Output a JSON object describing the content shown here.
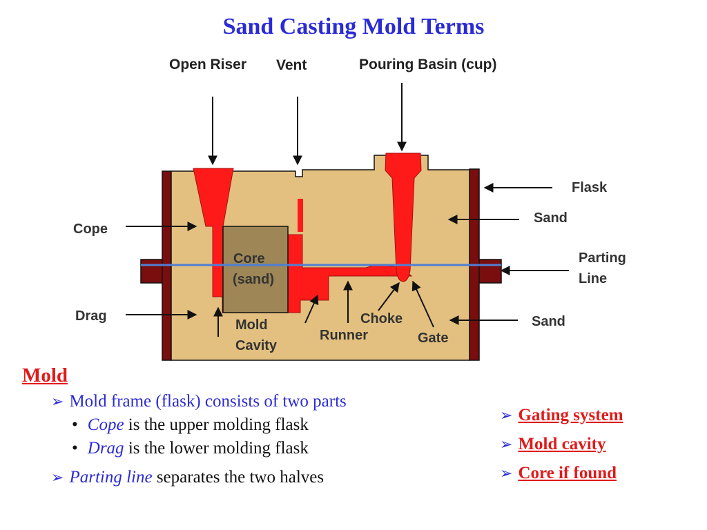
{
  "title": "Sand Casting Mold Terms",
  "diagram": {
    "labels": {
      "open_riser": "Open Riser",
      "vent": "Vent",
      "pouring_basin": "Pouring Basin (cup)",
      "flask": "Flask",
      "sand_upper": "Sand",
      "cope": "Cope",
      "parting_line_1": "Parting",
      "parting_line_2": "Line",
      "core_1": "Core",
      "core_2": "(sand)",
      "drag": "Drag",
      "mold_cavity_1": "Mold",
      "mold_cavity_2": "Cavity",
      "runner": "Runner",
      "choke": "Choke",
      "gate": "Gate",
      "sand_lower": "Sand"
    },
    "colors": {
      "sand": "#e3c07f",
      "metal": "#ff1a1a",
      "flask": "#7a0d0d",
      "core": "#9e8656",
      "parting_line": "#4f7fd4",
      "outline": "#111111"
    }
  },
  "text": {
    "mold_heading": "Mold",
    "b1_text": "Mold frame (flask) consists of two parts",
    "b1a_term": "Cope",
    "b1a_rest": " is the upper molding flask",
    "b1b_term": "Drag",
    "b1b_rest": " is the lower molding flask",
    "b2_term": "Parting line",
    "b2_rest": " separates the two halves",
    "right_items": [
      "Gating system",
      "Mold cavity",
      "Core if found"
    ]
  }
}
